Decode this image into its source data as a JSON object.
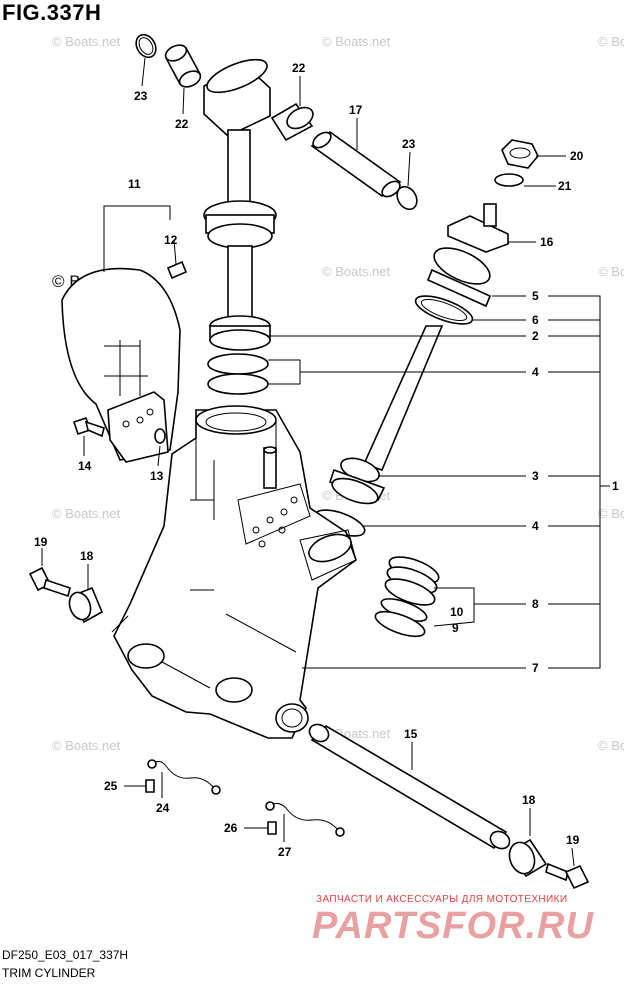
{
  "header": {
    "figure": "FIG.337H"
  },
  "footer": {
    "model_code": "DF250_E03_017_337H",
    "section_name": "TRIM CYLINDER"
  },
  "watermark": {
    "text": "© Boats.net"
  },
  "brand": {
    "tagline": "ЗАПЧАСТИ И АКСЕССУАРЫ ДЛЯ МОТОТЕХНИКИ",
    "logo_text": "PARTSFOR.RU",
    "color": "#e04040"
  },
  "callouts": {
    "c1": "1",
    "c2": "2",
    "c3": "3",
    "c4a": "4",
    "c4b": "4",
    "c5": "5",
    "c6": "6",
    "c7": "7",
    "c8": "8",
    "c9": "9",
    "c10": "10",
    "c11": "11",
    "c12": "12",
    "c13": "13",
    "c14": "14",
    "c15": "15",
    "c16": "16",
    "c17": "17",
    "c18a": "18",
    "c18b": "18",
    "c19a": "19",
    "c19b": "19",
    "c20": "20",
    "c21": "21",
    "c22a": "22",
    "c22b": "22",
    "c23a": "23",
    "c23b": "23",
    "c24": "24",
    "c25": "25",
    "c26": "26",
    "c27": "27"
  }
}
